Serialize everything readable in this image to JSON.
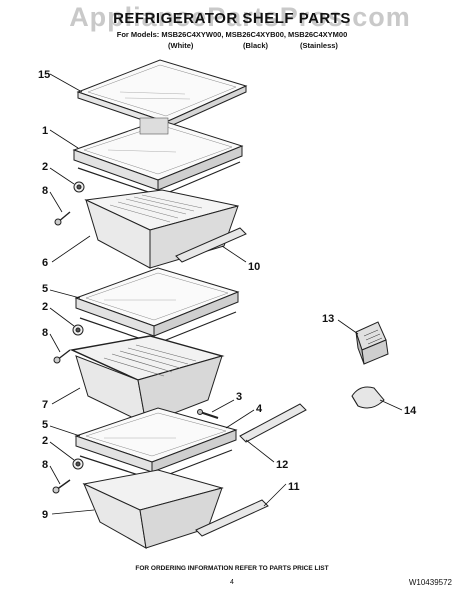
{
  "header": {
    "watermark": "AppliancePartsPros.com",
    "title": "REFRIGERATOR SHELF PARTS",
    "models_line": "For Models: MSB26C4XYW00, MSB26C4XYB00, MSB26C4XYM00",
    "finishes": [
      "(White)",
      "(Black)",
      "(Stainless)"
    ]
  },
  "callouts": [
    {
      "id": "15",
      "label": "15"
    },
    {
      "id": "1",
      "label": "1"
    },
    {
      "id": "2a",
      "label": "2"
    },
    {
      "id": "8a",
      "label": "8"
    },
    {
      "id": "6",
      "label": "6"
    },
    {
      "id": "10",
      "label": "10"
    },
    {
      "id": "5a",
      "label": "5"
    },
    {
      "id": "2b",
      "label": "2"
    },
    {
      "id": "8b",
      "label": "8"
    },
    {
      "id": "7",
      "label": "7"
    },
    {
      "id": "13",
      "label": "13"
    },
    {
      "id": "3",
      "label": "3"
    },
    {
      "id": "4",
      "label": "4"
    },
    {
      "id": "14",
      "label": "14"
    },
    {
      "id": "5b",
      "label": "5"
    },
    {
      "id": "2c",
      "label": "2"
    },
    {
      "id": "8c",
      "label": "8"
    },
    {
      "id": "12",
      "label": "12"
    },
    {
      "id": "11",
      "label": "11"
    },
    {
      "id": "9",
      "label": "9"
    }
  ],
  "footer": {
    "note": "FOR ORDERING INFORMATION REFER TO PARTS PRICE LIST",
    "page_number": "4",
    "doc_number": "W10439572"
  }
}
